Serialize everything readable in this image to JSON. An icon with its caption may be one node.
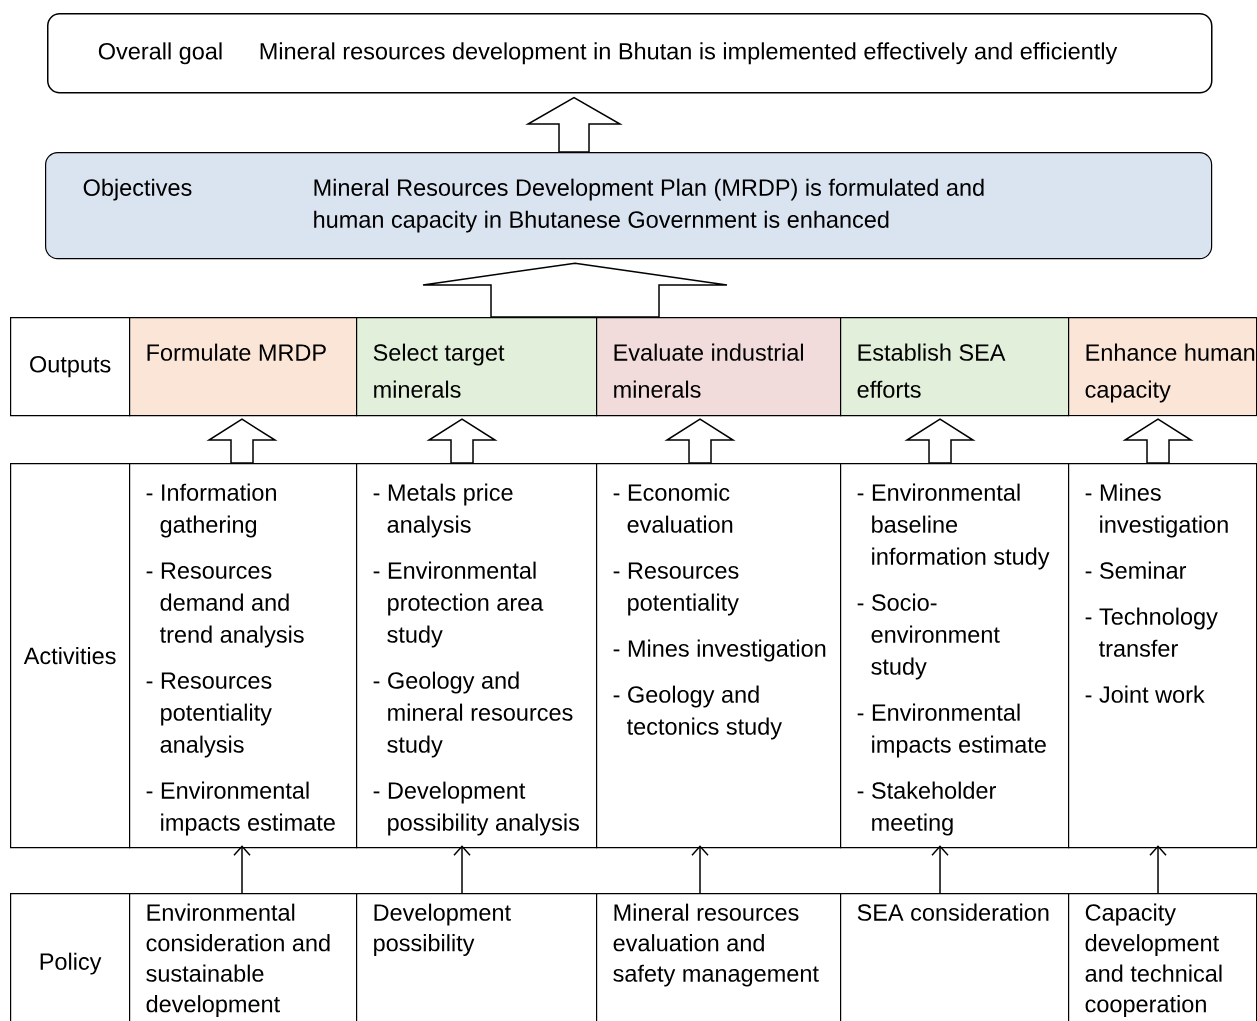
{
  "diagram": {
    "nodes": [
      {
        "text": [
          "Overall goal",
          "Mineral resources development in Bhutan is implemented effectively and efficiently"
        ]
      },
      {
        "text": [
          "Objectives",
          "Mineral Resources Development Plan (MRDP) is formulated and human capacity in Bhutanese Government is enhanced"
        ]
      },
      {
        "text": [
          "Outputs"
        ]
      },
      {
        "text": [
          "Formulate MRDP"
        ]
      },
      {
        "text": [
          "Select target minerals"
        ]
      },
      {
        "text": [
          "Evaluate industrial minerals"
        ]
      },
      {
        "text": [
          "Establish SEA efforts"
        ]
      },
      {
        "text": [
          "Enhance human capacity"
        ]
      },
      {
        "text": [
          "Activities"
        ]
      },
      {
        "text": [
          "- Information gathering",
          "- Resources demand and trend analysis",
          "- Resources potentiality analysis",
          "- Environmental impacts estimate"
        ]
      },
      {
        "text": [
          "- Metals price analysis",
          "- Environmental protection area study",
          "- Geology and mineral resources study",
          "- Development possibility analysis"
        ]
      },
      {
        "text": [
          "- Economic evaluation",
          "- Resources potentiality",
          "- Mines investigation",
          "- Geology and tectonics study"
        ]
      },
      {
        "text": [
          "- Environmental baseline information study",
          "- Socio-environment study",
          "- Environmental impacts estimate",
          "- Stakeholder meeting"
        ]
      },
      {
        "text": [
          "- Mines investigation",
          "- Seminar",
          "- Technology transfer",
          "- Joint work"
        ]
      },
      {
        "text": [
          "Policy"
        ]
      },
      {
        "text": [
          "Environmental consideration and sustainable development"
        ]
      },
      {
        "text": [
          "Development possibility"
        ]
      },
      {
        "text": [
          "Mineral resources evaluation and safety management"
        ]
      },
      {
        "text": [
          "SEA consideration"
        ]
      },
      {
        "text": [
          "Capacity development and technical cooperation"
        ]
      }
    ],
    "edges": [
      {
        "from": 1,
        "to": 0,
        "arrow": "to"
      },
      {
        "from": null,
        "to": 1,
        "arrow": "to"
      },
      {
        "from": 9,
        "to": 3,
        "arrow": "to"
      },
      {
        "from": 10,
        "to": 4,
        "arrow": "to"
      },
      {
        "from": 11,
        "to": 5,
        "arrow": "to"
      },
      {
        "from": 12,
        "to": 6,
        "arrow": "to"
      },
      {
        "from": 13,
        "to": 7,
        "arrow": "to"
      },
      {
        "from": 15,
        "to": 9,
        "arrow": "to"
      },
      {
        "from": 16,
        "to": 10,
        "arrow": "to"
      },
      {
        "from": 17,
        "to": 11,
        "arrow": "to"
      },
      {
        "from": 18,
        "to": 12,
        "arrow": "to"
      },
      {
        "from": 19,
        "to": 13,
        "arrow": "to"
      }
    ]
  }
}
